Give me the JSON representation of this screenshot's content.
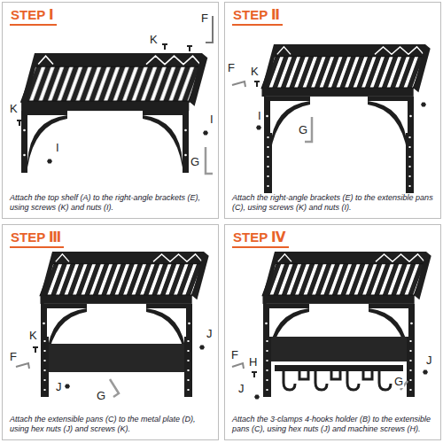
{
  "diagram": {
    "nodes": [
      {
        "text": [
          "STEP Ⅰ",
          "Attach the top shelf (A) to the right-angle brackets (E), using screws (K) and nuts (I)."
        ]
      },
      {
        "text": [
          "STEP Ⅱ",
          "Attach the right-angle brackets (E) to the extensible pans (C), using screws (K) and nuts (I)."
        ]
      },
      {
        "text": [
          "STEP Ⅲ",
          "Attach the extensible pans (C) to the metal plate (D), using hex nuts (J) and screws (K)."
        ]
      },
      {
        "text": [
          "STEP Ⅳ",
          "Attach the 3-clamps 4-hooks holder (B) to the extensible pans (C), using hex nuts (J) and machine screws (H)."
        ]
      }
    ],
    "labels": [
      "F",
      "K",
      "K",
      "I",
      "I",
      "G",
      "F",
      "K",
      "I",
      "G",
      "K",
      "F",
      "J",
      "J",
      "G",
      "F",
      "H",
      "J",
      "J",
      "G"
    ]
  }
}
